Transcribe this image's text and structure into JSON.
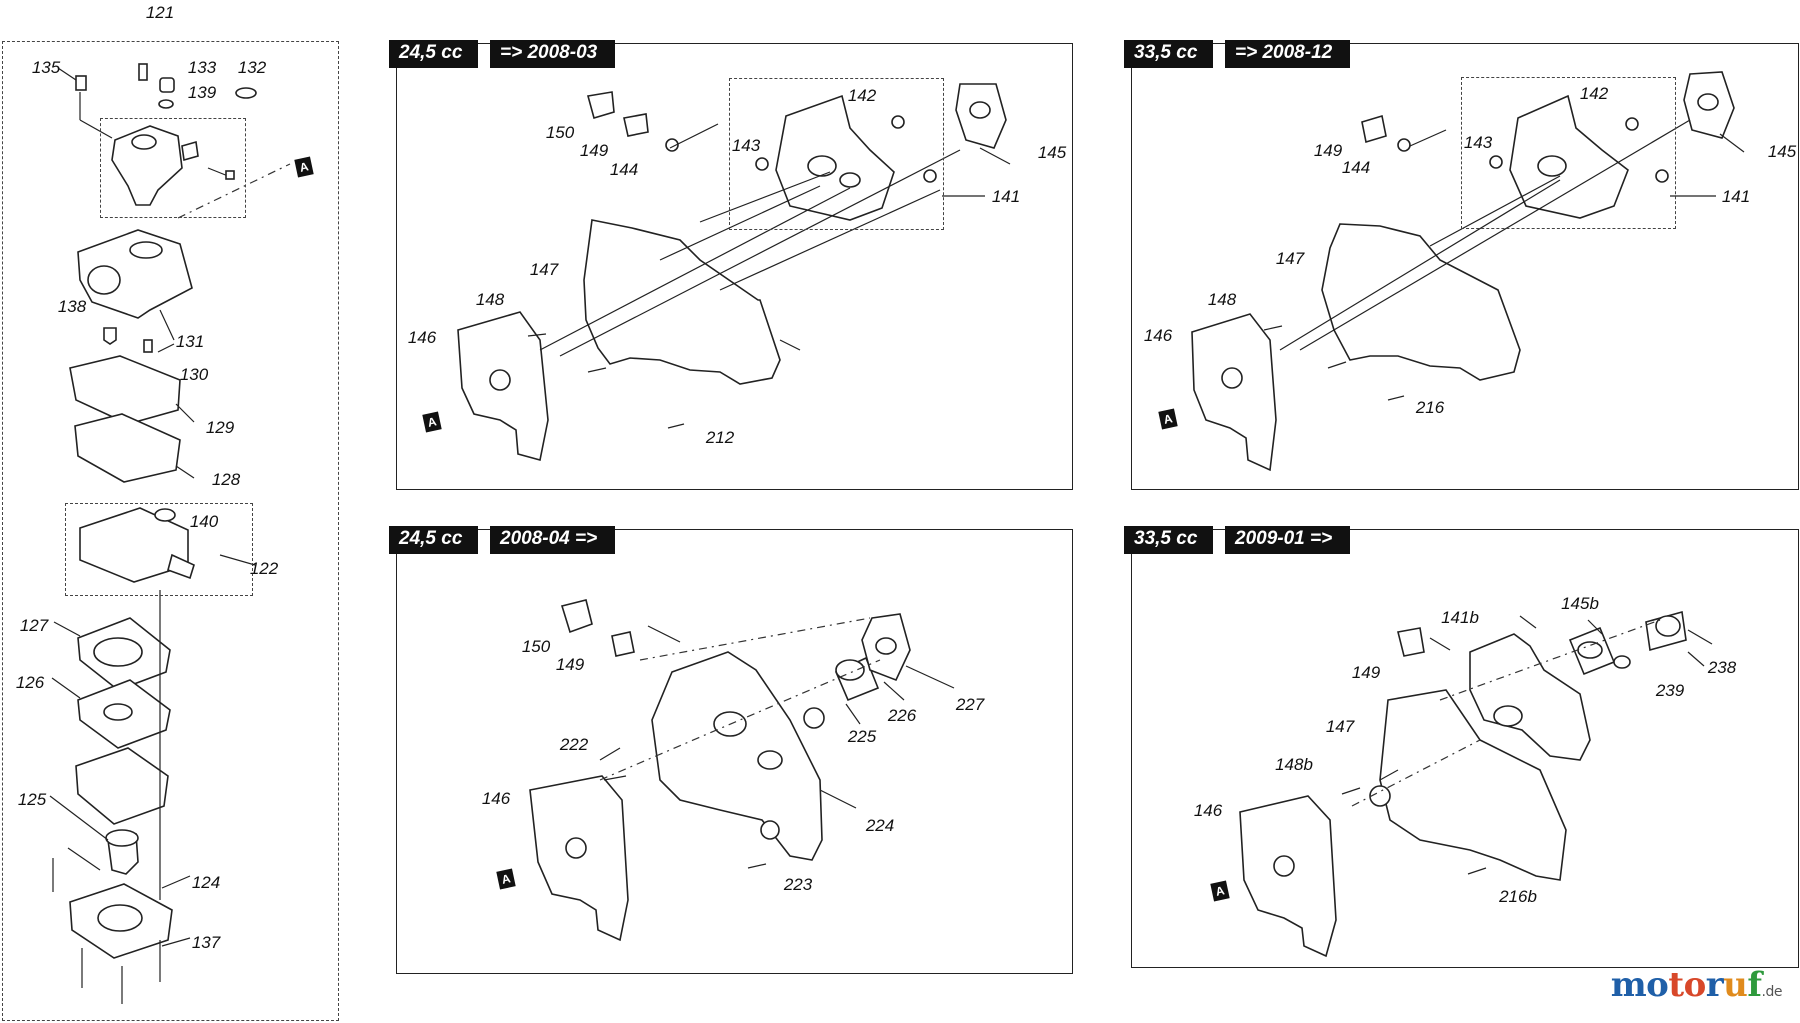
{
  "brand": {
    "name_parts": [
      "mo",
      "to",
      "r",
      "u",
      "f"
    ],
    "tld": ".de"
  },
  "left_column": {
    "group_number": "121",
    "reference_mark": "A",
    "callouts": [
      "135",
      "133",
      "132",
      "139",
      "138",
      "131",
      "130",
      "129",
      "128",
      "140",
      "122",
      "127",
      "126",
      "125",
      "124",
      "137"
    ]
  },
  "panels": [
    {
      "id": "p1",
      "tag_cc": "24,5 cc",
      "tag_date": "=> 2008-03",
      "callouts": [
        "142",
        "150",
        "149",
        "144",
        "143",
        "145",
        "141",
        "147",
        "148",
        "146",
        "212"
      ],
      "mark": "A"
    },
    {
      "id": "p2",
      "tag_cc": "33,5 cc",
      "tag_date": "=> 2008-12",
      "callouts": [
        "142",
        "149",
        "144",
        "143",
        "145",
        "141",
        "147",
        "148",
        "146",
        "216"
      ],
      "mark": "A"
    },
    {
      "id": "p3",
      "tag_cc": "24,5 cc",
      "tag_date": "2008-04 =>",
      "callouts": [
        "150",
        "149",
        "226",
        "227",
        "225",
        "222",
        "224",
        "146",
        "223"
      ],
      "mark": "A"
    },
    {
      "id": "p4",
      "tag_cc": "33,5 cc",
      "tag_date": "2009-01 =>",
      "callouts": [
        "141b",
        "145b",
        "149",
        "238",
        "239",
        "147",
        "148b",
        "146",
        "216b"
      ],
      "mark": "A"
    }
  ]
}
